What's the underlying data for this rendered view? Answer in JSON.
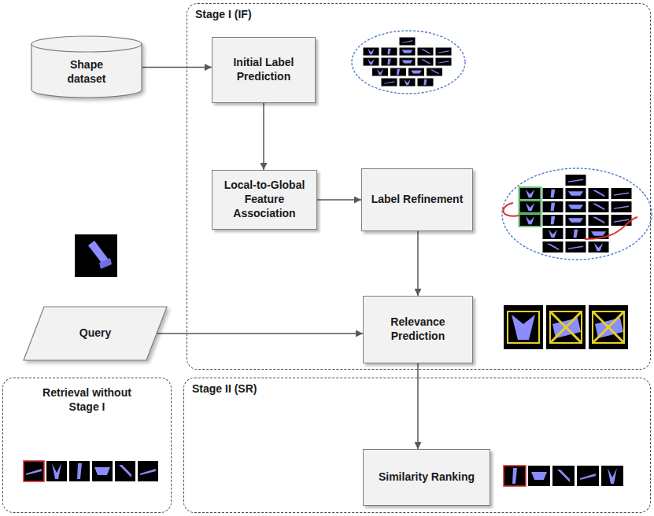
{
  "diagram": {
    "nodes": [
      {
        "text": [
          "Stage I (IF)"
        ]
      },
      {
        "text": [
          "Shape dataset"
        ]
      },
      {
        "text": [
          "Initial Label Prediction"
        ],
        "in": 0
      },
      {
        "text": [
          "Local-to-Global Feature Association"
        ],
        "in": 0
      },
      {
        "text": [
          "Label Refinement"
        ],
        "in": 0
      },
      {
        "text": [
          "Query"
        ]
      },
      {
        "text": [
          "Relevance Prediction"
        ],
        "in": 0
      },
      {
        "text": [
          "Retrieval without Stage I"
        ]
      },
      {
        "text": [
          "Stage II (SR)"
        ]
      },
      {
        "text": [
          "Similarity Ranking"
        ],
        "in": 8
      }
    ],
    "edges": [
      {
        "from": 1,
        "to": 2,
        "arrow": "to"
      },
      {
        "from": 2,
        "to": 3,
        "arrow": "to"
      },
      {
        "from": 3,
        "to": 4,
        "arrow": "to"
      },
      {
        "from": 4,
        "to": 6,
        "arrow": "to"
      },
      {
        "from": 5,
        "to": 6,
        "arrow": "to"
      },
      {
        "from": 6,
        "to": 9,
        "arrow": "to"
      }
    ]
  }
}
